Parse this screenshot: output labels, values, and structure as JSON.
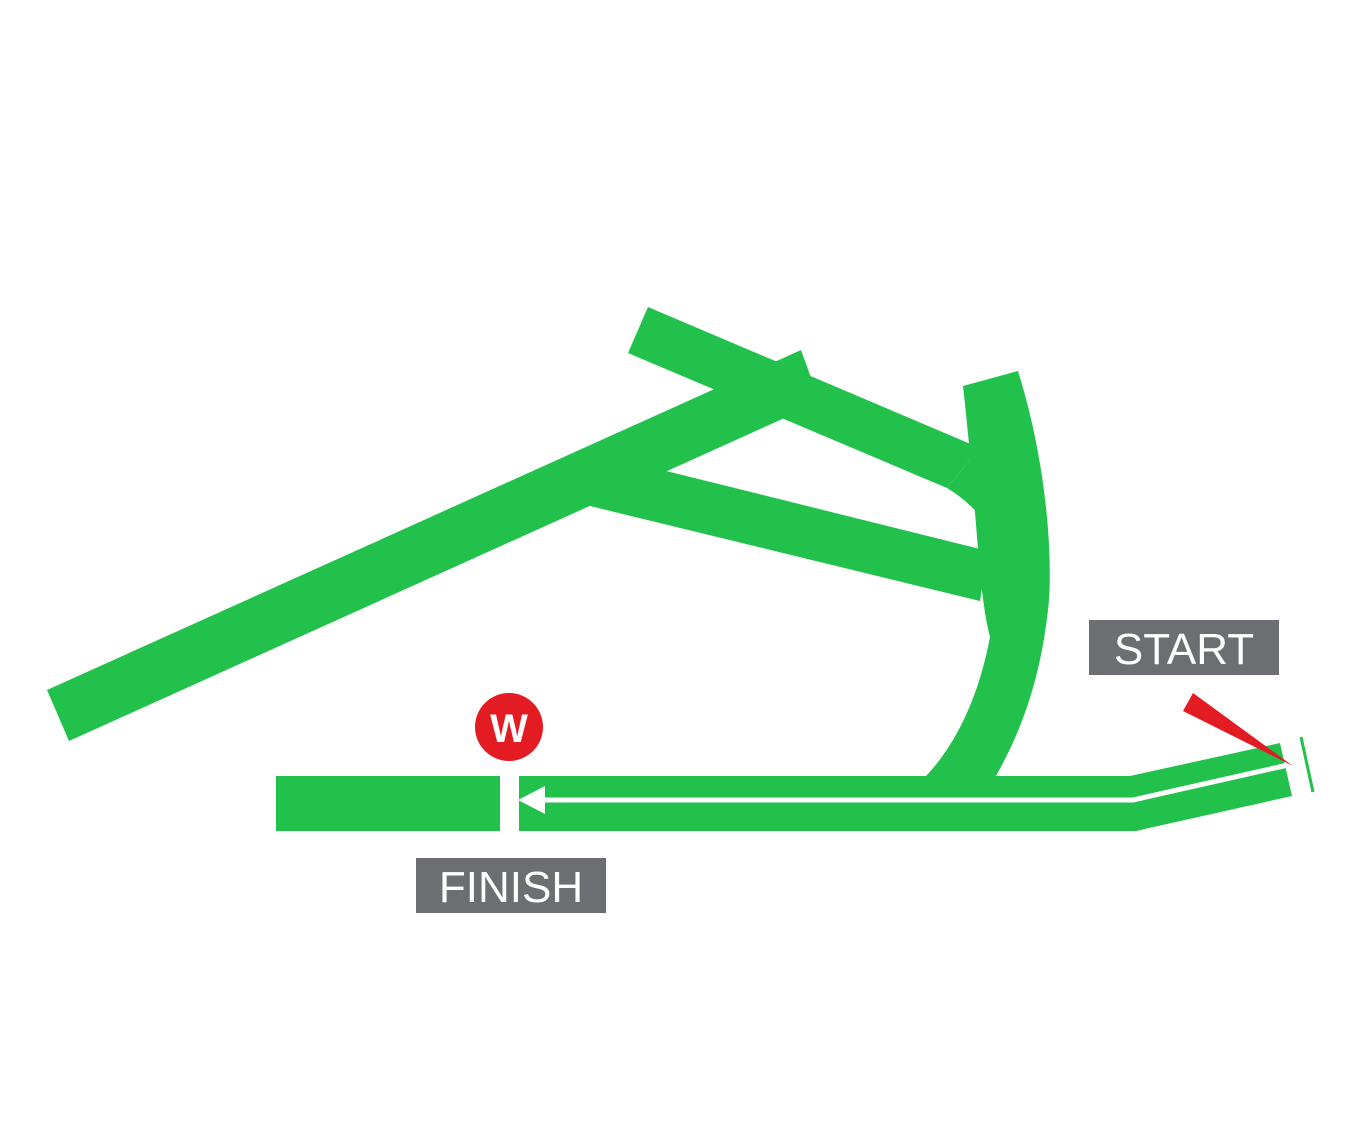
{
  "labels": {
    "start": "START",
    "finish": "FINISH"
  },
  "winning_post": {
    "letter": "W"
  },
  "colors": {
    "track": "#22c14b",
    "label_background": "#6d6e71",
    "label_text": "#ffffff",
    "winning_post": "#e31b23",
    "start_marker": "#e31b23",
    "direction_arrow": "#ffffff",
    "background": "#ffffff"
  },
  "icons": {
    "winning_post": "winning-post-icon",
    "start_marker": "start-pointer-icon",
    "direction": "direction-arrow-icon"
  }
}
